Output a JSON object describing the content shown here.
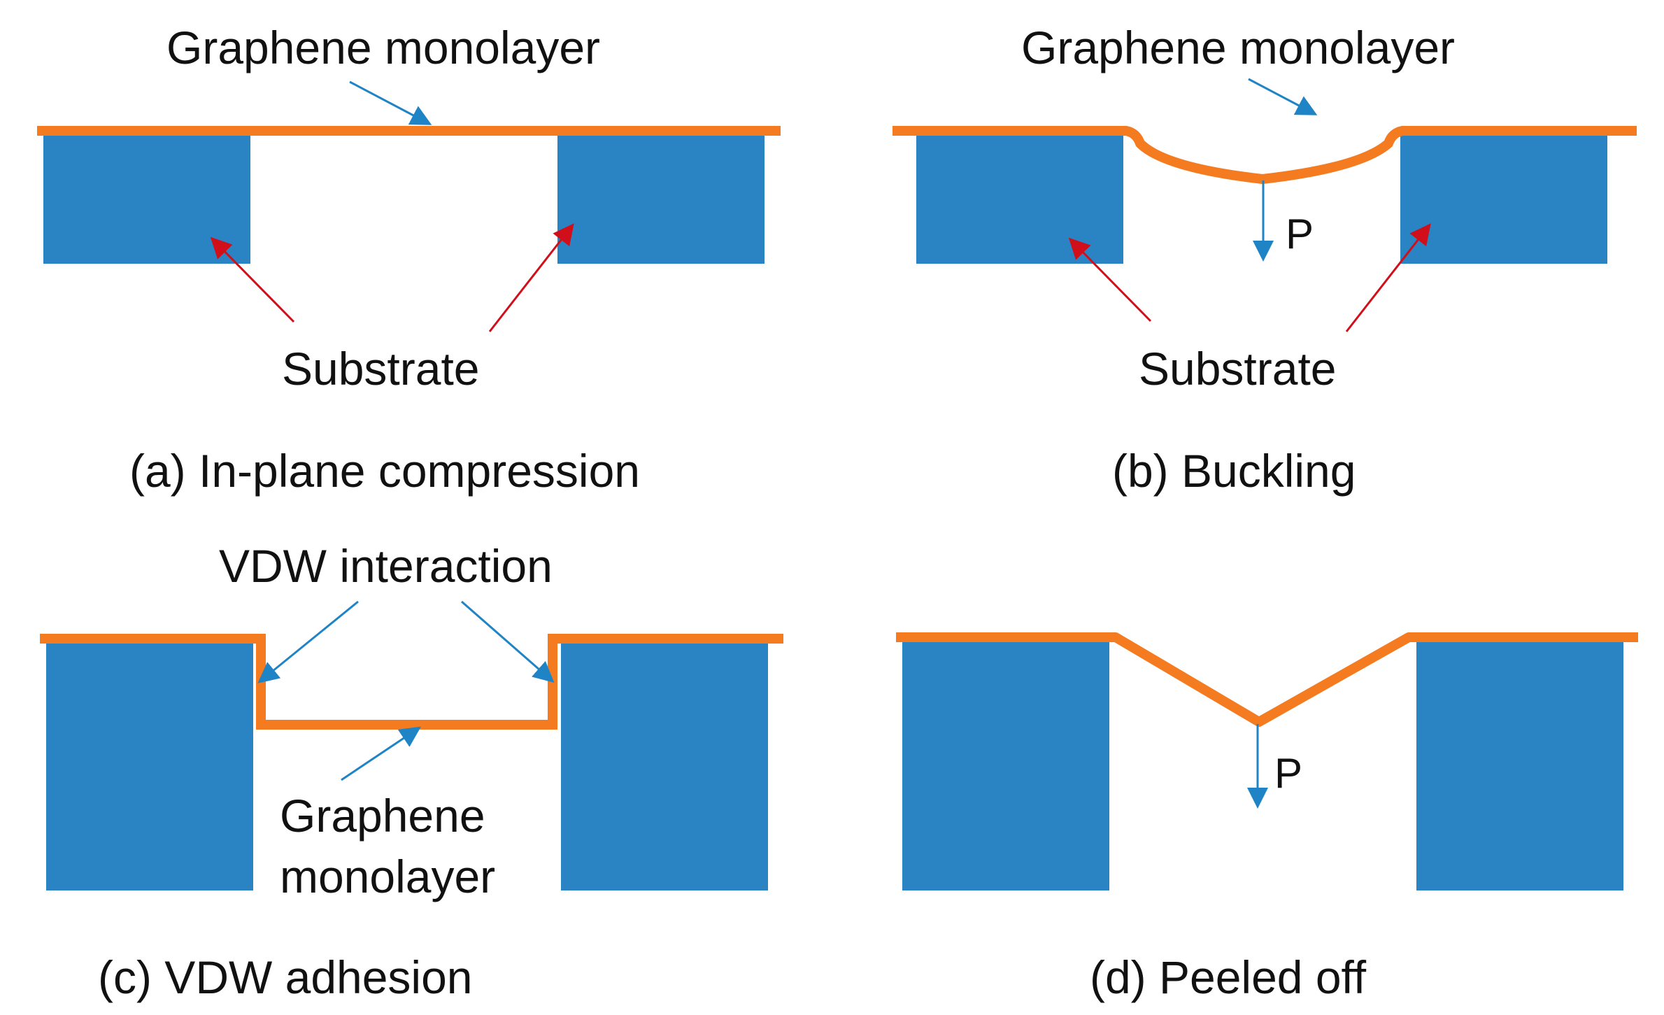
{
  "colors": {
    "substrate": "#2A83C3",
    "graphene": "#F47B20",
    "blue_arrow": "#1F84C6",
    "red_arrow": "#D10F1B",
    "text": "#111111"
  },
  "panels": {
    "a": {
      "top_label": "Graphene monolayer",
      "substrate_label": "Substrate",
      "caption": "(a) In-plane compression"
    },
    "b": {
      "top_label": "Graphene monolayer",
      "substrate_label": "Substrate",
      "force_label": "P",
      "caption": "(b) Buckling"
    },
    "c": {
      "top_label": "VDW interaction",
      "graphene_label_line1": "Graphene",
      "graphene_label_line2": "monolayer",
      "caption": "(c) VDW adhesion"
    },
    "d": {
      "force_label": "P",
      "caption": "(d) Peeled off"
    }
  }
}
